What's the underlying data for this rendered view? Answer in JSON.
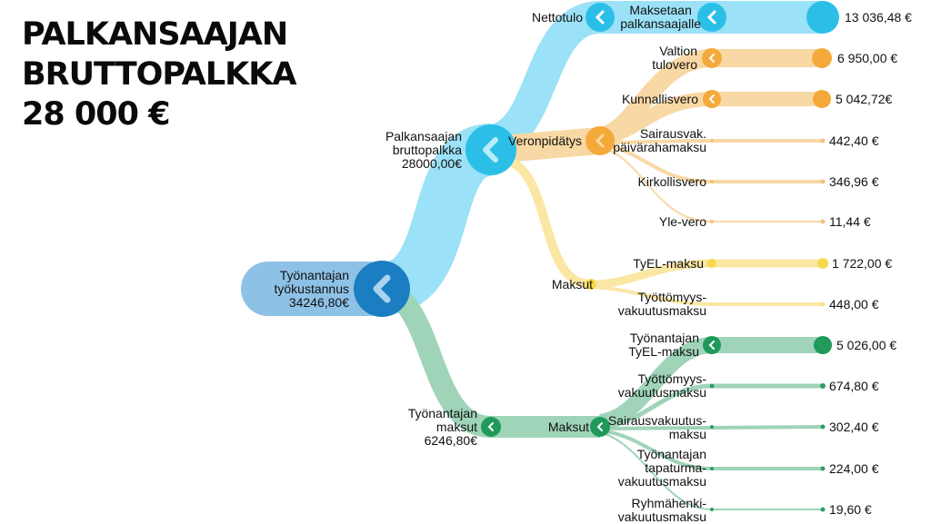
{
  "title": {
    "line1": "PALKANSAAJAN",
    "line2": "BRUTTOPALKKA",
    "line3": "28 000 €"
  },
  "colors": {
    "blue_flow": "#9be1f7",
    "blue_node": "#2bbfe8",
    "dark_blue_node": "#1b7ec2",
    "root_pill": "#8ec1e6",
    "orange_flow": "#f8d8a4",
    "orange_node": "#f4a93a",
    "yellow_flow": "#fbe7a4",
    "yellow_node": "#f6d94c",
    "green_flow": "#9fd4b8",
    "green_node": "#1f9a5b"
  },
  "root": {
    "label1": "Työnantajan",
    "label2": "työkustannus",
    "value": "34246,80€"
  },
  "gross": {
    "label1": "Palkansaajan",
    "label2": "bruttopalkka",
    "value": "28000,00€"
  },
  "employer": {
    "label1": "Työnantajan",
    "label2": "maksut",
    "value": "6246,80€"
  },
  "net": {
    "label": "Nettotulo",
    "child_label1": "Maksetaan",
    "child_label2": "palkansaajalle",
    "amount": "13 036,48 €"
  },
  "withholding": {
    "label": "Veronpidätys",
    "items": [
      {
        "label1": "Valtion",
        "label2": "tulovero",
        "amount": "6 950,00 €"
      },
      {
        "label1": "Kunnallisvero",
        "label2": "",
        "amount": "5 042,72€"
      },
      {
        "label1": "Sairausvak.",
        "label2": "päivärahamaksu",
        "amount": "442,40 €"
      },
      {
        "label1": "Kirkollisvero",
        "label2": "",
        "amount": "346,96 €"
      },
      {
        "label1": "Yle-vero",
        "label2": "",
        "amount": "11,44 €"
      }
    ]
  },
  "employee_fees": {
    "label": "Maksut",
    "items": [
      {
        "label1": "TyEL-maksu",
        "label2": "",
        "amount": "1 722,00 €"
      },
      {
        "label1": "Työttömyys-",
        "label2": "vakuutusmaksu",
        "amount": "448,00 €"
      }
    ]
  },
  "employer_fees": {
    "label": "Maksut",
    "items": [
      {
        "label1": "Työnantajan",
        "label2": "TyEL-maksu",
        "label3": "",
        "amount": "5 026,00 €"
      },
      {
        "label1": "Työttömyys-",
        "label2": "vakuutusmaksu",
        "label3": "",
        "amount": "674,80 €"
      },
      {
        "label1": "Sairausvakuutus-",
        "label2": "maksu",
        "label3": "",
        "amount": "302,40 €"
      },
      {
        "label1": "Työnantajan",
        "label2": "tapaturma-",
        "label3": "vakuutusmaksu",
        "amount": "224,00 €"
      },
      {
        "label1": "Ryhmähenki-",
        "label2": "vakuutusmaksu",
        "label3": "",
        "amount": "19,60 €"
      }
    ]
  }
}
